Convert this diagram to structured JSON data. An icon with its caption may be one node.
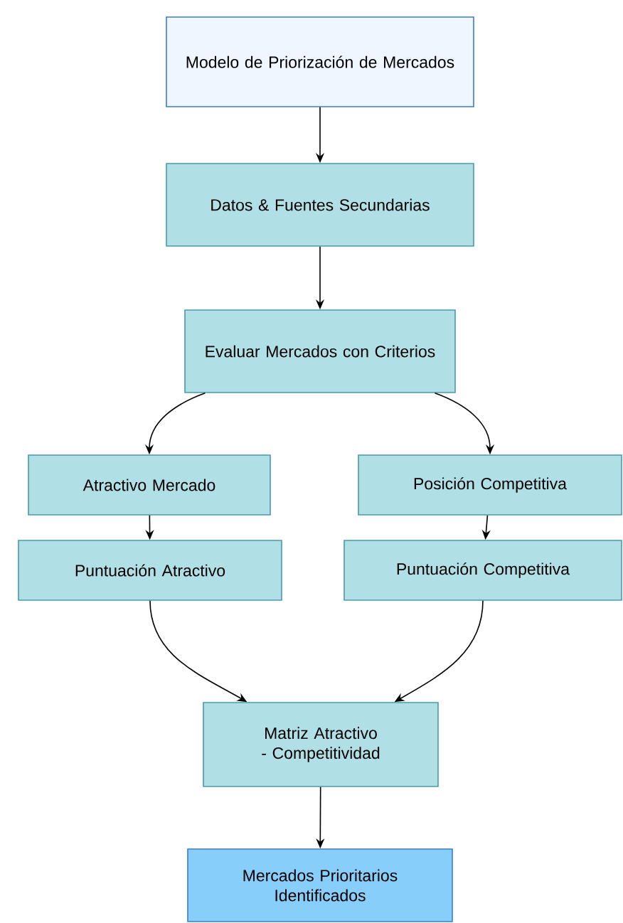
{
  "diagram": {
    "nodes": [
      {
        "text": [
          "Modelo de Priorización de Mercados"
        ]
      },
      {
        "text": [
          "Datos & Fuentes Secundarias"
        ]
      },
      {
        "text": [
          "Evaluar Mercados con Criterios"
        ]
      },
      {
        "text": [
          "Atractivo Mercado"
        ]
      },
      {
        "text": [
          "Posición Competitiva"
        ]
      },
      {
        "text": [
          "Puntuación Atractivo"
        ]
      },
      {
        "text": [
          "Puntuación Competitiva"
        ]
      },
      {
        "text": [
          "Matriz Atractivo - Competitividad"
        ]
      },
      {
        "text": [
          "Mercados Prioritarios Identificados"
        ]
      }
    ],
    "edges": [
      {
        "from": 0,
        "to": 1,
        "arrow": "to"
      },
      {
        "from": 1,
        "to": 2,
        "arrow": "to"
      },
      {
        "from": 2,
        "to": 3,
        "arrow": "to"
      },
      {
        "from": 2,
        "to": 4,
        "arrow": "to"
      },
      {
        "from": 3,
        "to": 5,
        "arrow": "to"
      },
      {
        "from": 4,
        "to": 6,
        "arrow": "to"
      },
      {
        "from": 5,
        "to": 7,
        "arrow": "to"
      },
      {
        "from": 6,
        "to": 7,
        "arrow": "to"
      },
      {
        "from": 7,
        "to": 8,
        "arrow": "to"
      }
    ]
  }
}
